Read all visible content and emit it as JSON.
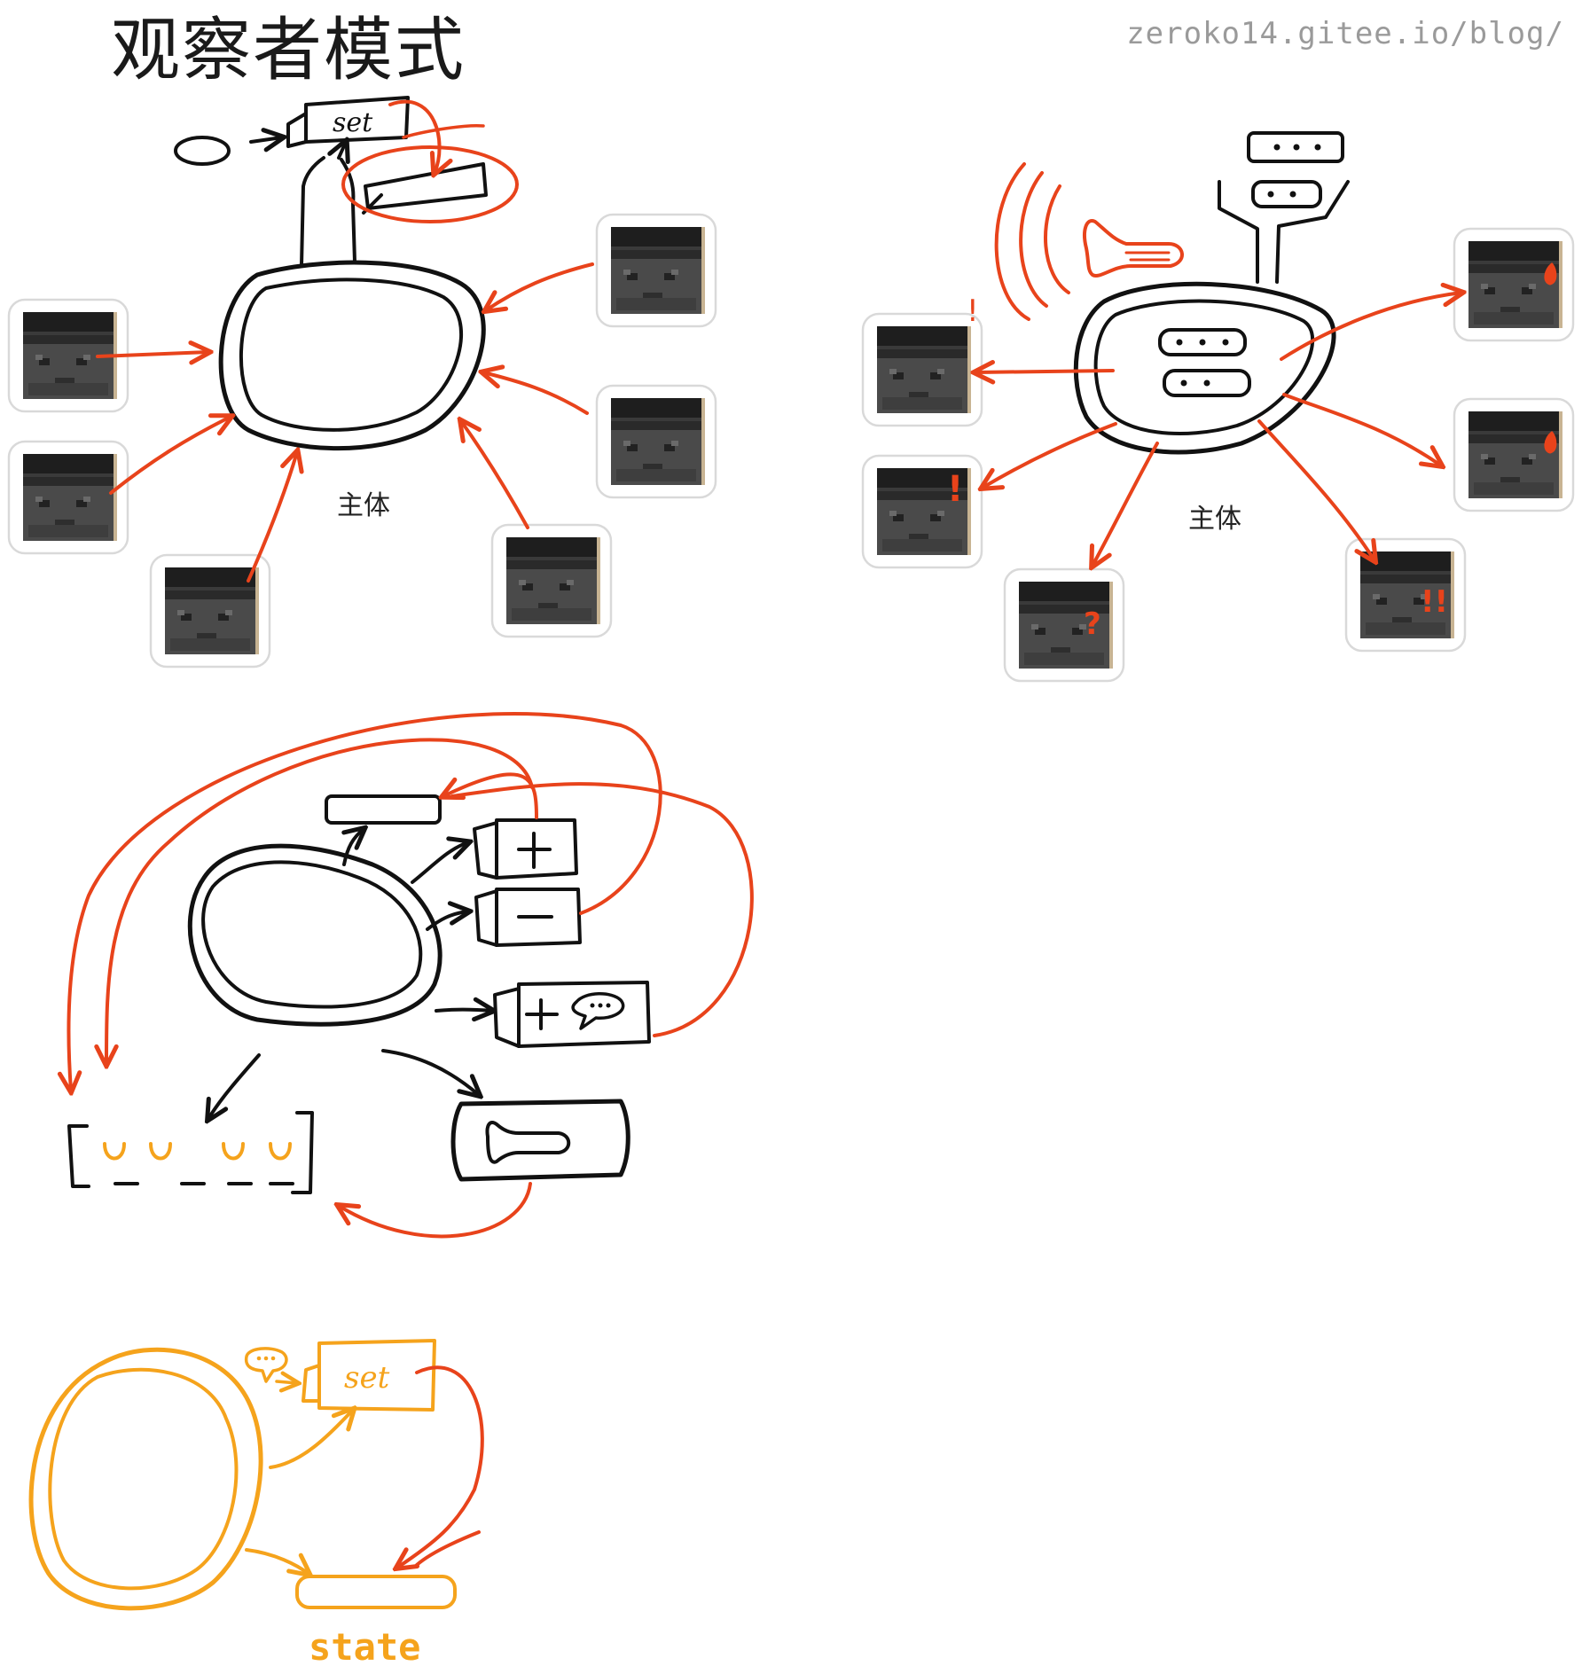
{
  "header": {
    "title": "观察者模式",
    "url": "zeroko14.gitee.io/blog/"
  },
  "diagram1": {
    "subject_label": "主体",
    "setter_label": "set"
  },
  "diagram2": {
    "subject_label": "主体"
  },
  "diagram4": {
    "setter_label": "set",
    "state_label": "state"
  },
  "colors": {
    "ink": "#111111",
    "red": "#e8431b",
    "orange": "#f5a31c",
    "card_border": "#d9d9d9"
  },
  "marks": {
    "observer2_tl": "!",
    "observer2_ml": "!",
    "observer2_bl": "?",
    "observer2_br": "!!"
  }
}
